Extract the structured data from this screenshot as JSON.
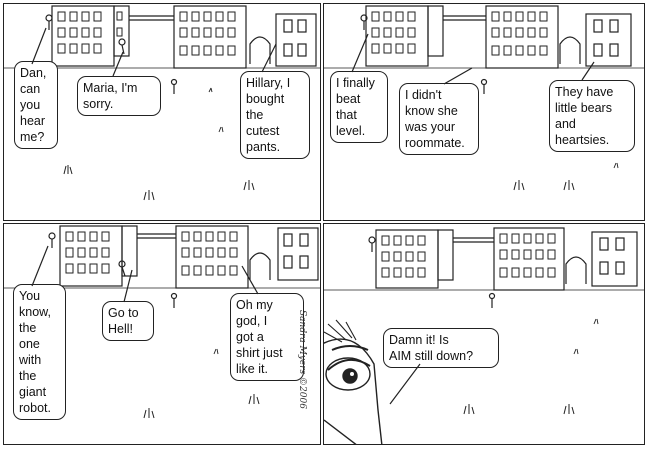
{
  "comic": {
    "panels": [
      {
        "bubbles": [
          {
            "speaker": "left",
            "text": "Dan,\ncan\nyou\nhear\nme?"
          },
          {
            "speaker": "middle",
            "text": "Maria, I'm\nsorry."
          },
          {
            "speaker": "right",
            "text": "Hillary, I\nbought\nthe\ncutest\npants."
          }
        ]
      },
      {
        "bubbles": [
          {
            "speaker": "left",
            "text": "I finally\nbeat\nthat\nlevel."
          },
          {
            "speaker": "middle",
            "text": "I didn't\nknow she\nwas your\nroommate."
          },
          {
            "speaker": "right",
            "text": "They have\nlittle bears\nand\nheartsies."
          }
        ]
      },
      {
        "bubbles": [
          {
            "speaker": "left",
            "text": "You\nknow,\nthe\none\nwith\nthe\ngiant\nrobot."
          },
          {
            "speaker": "middle",
            "text": "Go to\nHell!"
          },
          {
            "speaker": "right",
            "text": "Oh my\ngod, I\ngot a\nshirt just\nlike it."
          }
        ]
      },
      {
        "bubbles": [
          {
            "speaker": "close-up character",
            "text": "Damn it!  Is\nAIM still down?"
          }
        ]
      }
    ],
    "signature": "Sandra Myers ©2006"
  },
  "colors": {
    "ink": "#222222",
    "paper": "#ffffff"
  }
}
